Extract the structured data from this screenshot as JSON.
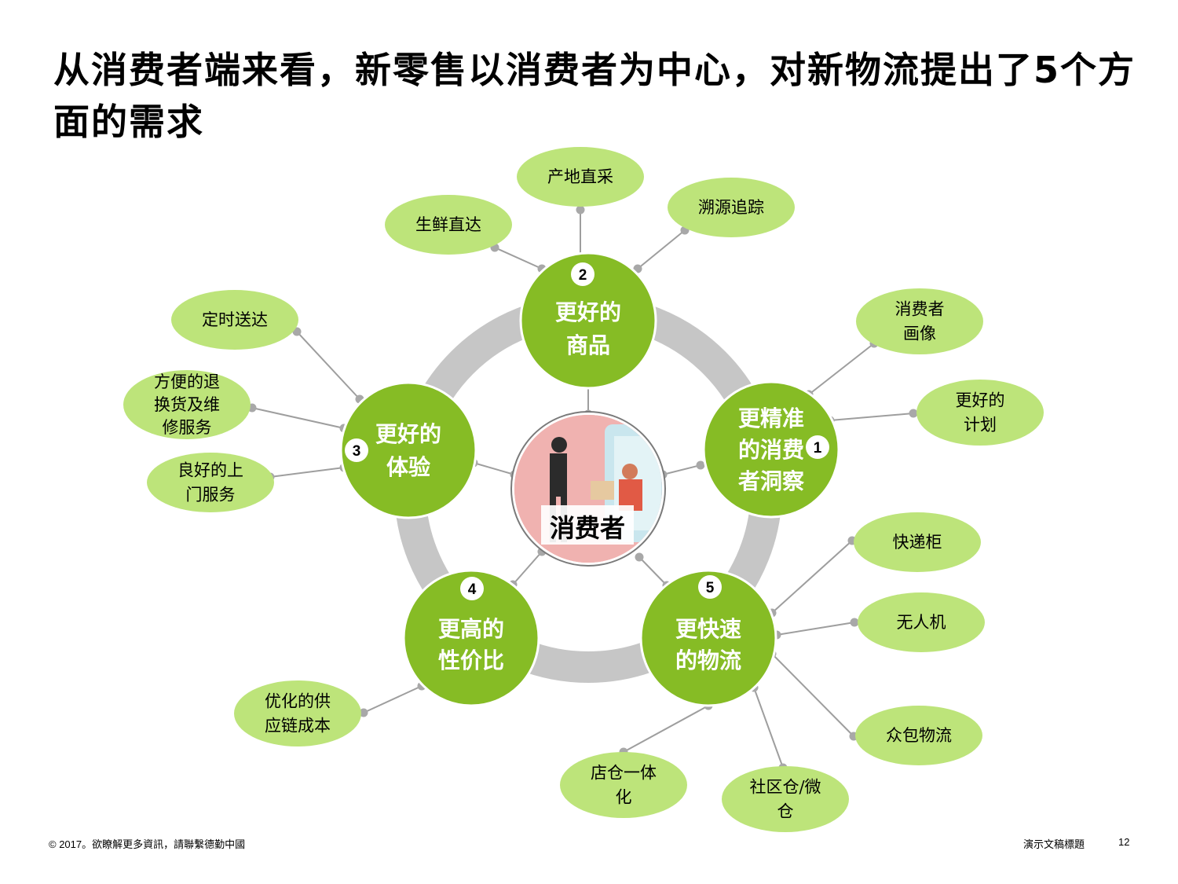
{
  "title": "从消费者端来看，新零售以消费者为中心，对新物流提出了5个方面的需求",
  "center": {
    "label": "消费者"
  },
  "nodes": {
    "n1": {
      "badge": "1",
      "lines": [
        "更精准",
        "的消费",
        "者洞察"
      ]
    },
    "n2": {
      "badge": "2",
      "lines": [
        "更好的",
        "商品"
      ]
    },
    "n3": {
      "badge": "3",
      "lines": [
        "更好的",
        "体验"
      ]
    },
    "n4": {
      "badge": "4",
      "lines": [
        "更高的",
        "性价比"
      ]
    },
    "n5": {
      "badge": "5",
      "lines": [
        "更快速",
        "的物流"
      ]
    }
  },
  "leaves": {
    "l_origin": {
      "lines": [
        "产地直采"
      ]
    },
    "l_fresh": {
      "lines": [
        "生鲜直达"
      ]
    },
    "l_trace": {
      "lines": [
        "溯源追踪"
      ]
    },
    "l_portrait": {
      "lines": [
        "消费者",
        "画像"
      ]
    },
    "l_plan": {
      "lines": [
        "更好的",
        "计划"
      ]
    },
    "l_timed": {
      "lines": [
        "定时送达"
      ]
    },
    "l_return": {
      "lines": [
        "方便的退",
        "换货及维",
        "修服务"
      ]
    },
    "l_door": {
      "lines": [
        "良好的上",
        "门服务"
      ]
    },
    "l_supply": {
      "lines": [
        "优化的供",
        "应链成本"
      ]
    },
    "l_locker": {
      "lines": [
        "快递柜"
      ]
    },
    "l_drone": {
      "lines": [
        "无人机"
      ]
    },
    "l_crowd": {
      "lines": [
        "众包物流"
      ]
    },
    "l_store": {
      "lines": [
        "店仓一体",
        "化"
      ]
    },
    "l_community": {
      "lines": [
        "社区仓/微",
        "仓"
      ]
    }
  },
  "colors": {
    "main_node": "#86bc25",
    "leaf": "#bde47a",
    "ring": "#c6c6c6",
    "connector": "#9e9e9e"
  },
  "footer": {
    "copyright": "© 2017。欲瞭解更多資訊，請聯繫德勤中國",
    "doc_title": "演示文稿標題",
    "page": "12"
  }
}
